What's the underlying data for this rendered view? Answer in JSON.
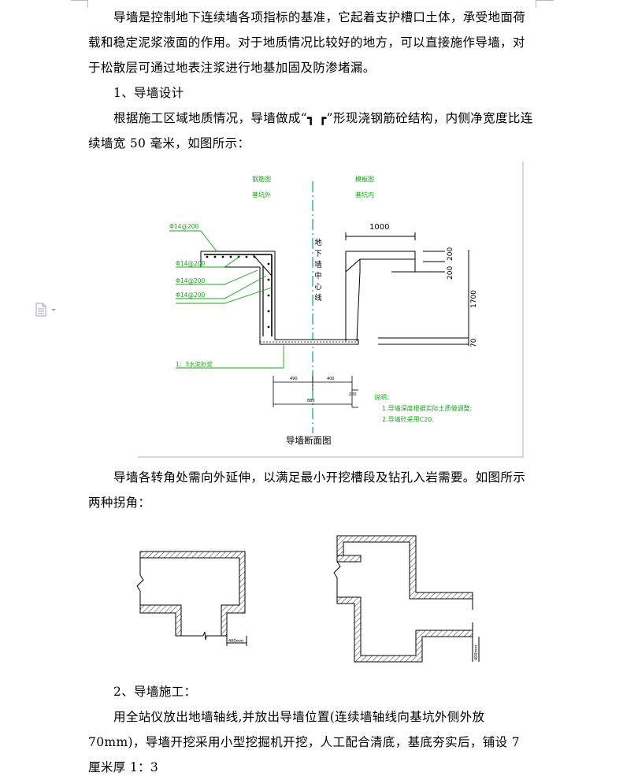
{
  "paragraphs": {
    "p1": "导墙是控制地下连续墙各项指标的基准，它起着支护槽口土体，承受地面荷载和稳定泥浆液面的作用。对于地质情况比较好的地方，可以直接施作导墙，对于松散层可通过地表注浆进行地基加固及防渗堵漏。",
    "h1": "1、导墙设计",
    "p2": "根据施工区域地质情况，导墙做成“┓ ┏”形现浇钢筋砼结构，内侧净宽度比连续墙宽 50 毫米，如图所示：",
    "p3": "导墙各转角处需向外延伸，以满足最小开挖槽段及钻孔入岩需要。如图所示两种拐角：",
    "h2": "2、导墙施工：",
    "p4": "用全站仪放出地墙轴线,并放出导墙位置(连续墙轴线向基坑外侧外放 70mm)，导墙开挖采用小型挖掘机开挖，人工配合清底，基底夯实后，铺设 7 厘米厚 1：3"
  },
  "figure1": {
    "caption": "导墙断面图",
    "label_left_1": "钢筋图",
    "label_left_2": "基坑外",
    "label_right_1": "模板图",
    "label_right_2": "基坑内",
    "center_label": [
      "地",
      "下",
      "墙",
      "中",
      "心",
      "线"
    ],
    "rebar_labels": [
      "Φ14@200",
      "Φ14@200",
      "Φ14@200",
      "Φ14@200"
    ],
    "mortar_label": "1：3水泥砂浆",
    "dim_top": "1000",
    "dim_right_1": "200",
    "dim_right_2": "200",
    "dim_right_3": "1700",
    "dim_right_4": "70",
    "dim_bottom_1": "490",
    "dim_bottom_2": "400",
    "dim_bottom_total": "880",
    "dim_side": "200",
    "note_title": "说明：",
    "note_1": "1.导墙深度根据实际土质做调整;",
    "note_2": "2.导墙砼采用C20."
  },
  "figure2": {
    "dim_left": "400mm",
    "dim_right": "400mm"
  },
  "colors": {
    "green": "#1aa31a",
    "cyan": "#00a0a0",
    "text": "#000000"
  }
}
